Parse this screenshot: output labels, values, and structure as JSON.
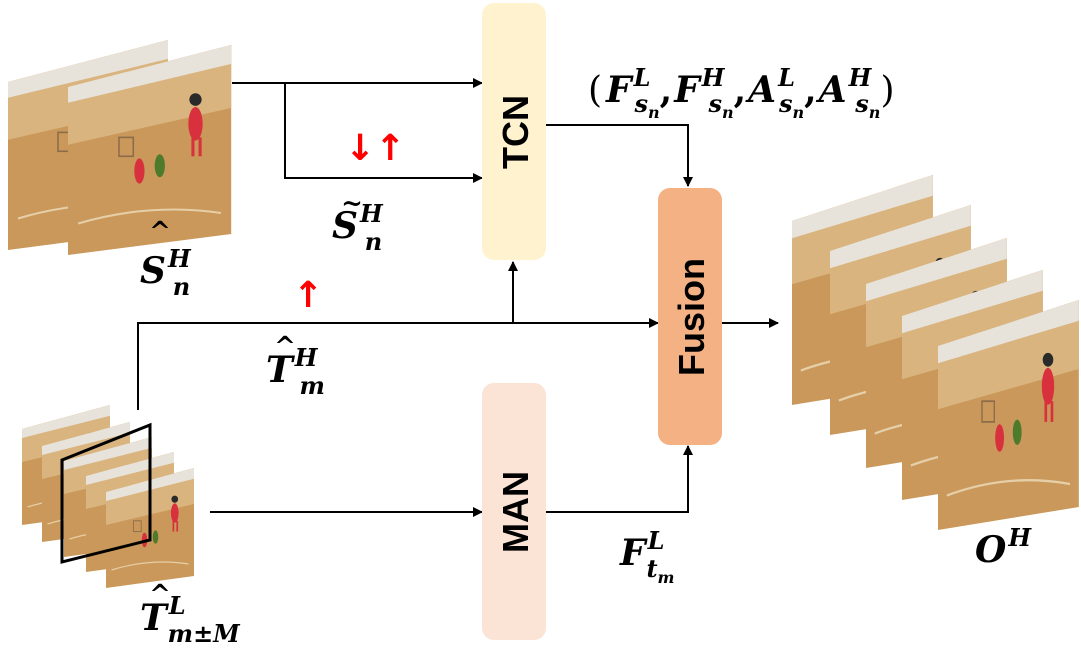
{
  "blocks": {
    "tcn": {
      "label": "TCN",
      "color": "#FFF3CF"
    },
    "man": {
      "label": "MAN",
      "color": "#FBE3D6"
    },
    "fusion": {
      "label": "Fusion",
      "color": "#F4B183"
    }
  },
  "labels": {
    "s_hat_n_H": {
      "base": "S",
      "hat": "^",
      "sub": "n",
      "sup": "H"
    },
    "s_tilde_n_H": {
      "base": "S",
      "hat": "~",
      "sub": "n",
      "sup": "H"
    },
    "t_hat_m_H": {
      "base": "T",
      "hat": "^",
      "sub": "m",
      "sup": "H"
    },
    "t_hat_m_pm_M_L": {
      "base": "T",
      "hat": "^",
      "sub": "m±M",
      "sup": "L"
    },
    "f_t_m_L": {
      "base": "F",
      "sub": "t",
      "subsub": "m",
      "sup": "L"
    },
    "o_H": {
      "base": "O",
      "sup": "H"
    },
    "tuple": {
      "open": "(",
      "close": ")",
      "sep": ",",
      "terms": [
        {
          "base": "F",
          "sup": "L",
          "sub": "s",
          "subsub": "n"
        },
        {
          "base": "F",
          "sup": "H",
          "sub": "s",
          "subsub": "n"
        },
        {
          "base": "A",
          "sup": "L",
          "sub": "s",
          "subsub": "n"
        },
        {
          "base": "A",
          "sup": "H",
          "sub": "s",
          "subsub": "n"
        }
      ]
    }
  },
  "markers": {
    "down_up": "↓↑",
    "up": "↑",
    "color": "#FF0000"
  },
  "colors": {
    "line": "#000000",
    "court_floor": "#C9985A",
    "court_wall": "#D9B47E",
    "court_ceiling": "#E8E3DA",
    "player_red": "#D8303C",
    "player_green": "#4E7A2C"
  }
}
